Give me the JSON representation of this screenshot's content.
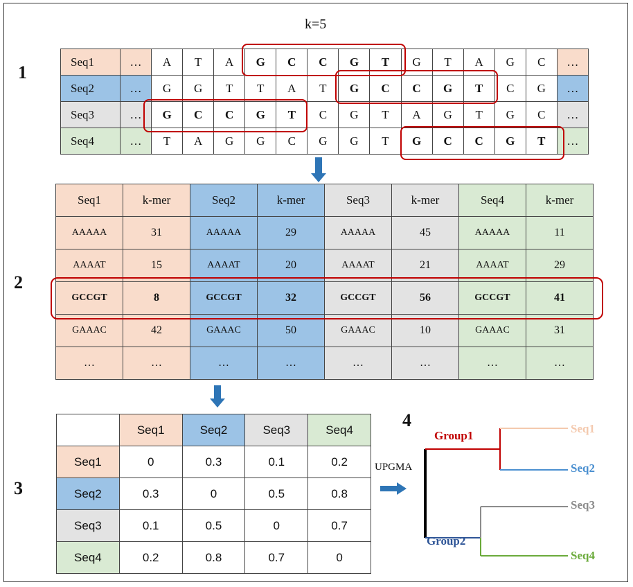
{
  "k_label": "k=5",
  "steps": [
    "1",
    "2",
    "3",
    "4"
  ],
  "alignment": [
    {
      "name": "Seq1",
      "cells": [
        "…",
        "A",
        "T",
        "A",
        "G",
        "C",
        "C",
        "G",
        "T",
        "G",
        "T",
        "A",
        "G",
        "C",
        "…"
      ],
      "bold": [
        4,
        5,
        6,
        7,
        8
      ],
      "color": "#f9dccb"
    },
    {
      "name": "Seq2",
      "cells": [
        "…",
        "G",
        "G",
        "T",
        "T",
        "A",
        "T",
        "G",
        "C",
        "C",
        "G",
        "T",
        "C",
        "G",
        "…"
      ],
      "bold": [
        7,
        8,
        9,
        10,
        11
      ],
      "color": "#9cc3e6"
    },
    {
      "name": "Seq3",
      "cells": [
        "…",
        "G",
        "C",
        "C",
        "G",
        "T",
        "C",
        "G",
        "T",
        "A",
        "G",
        "T",
        "G",
        "C",
        "…"
      ],
      "bold": [
        1,
        2,
        3,
        4,
        5
      ],
      "color": "#e3e3e3"
    },
    {
      "name": "Seq4",
      "cells": [
        "…",
        "T",
        "A",
        "G",
        "G",
        "C",
        "G",
        "G",
        "T",
        "G",
        "C",
        "C",
        "G",
        "T",
        "…"
      ],
      "bold": [
        9,
        10,
        11,
        12,
        13
      ],
      "color": "#d9ead3"
    }
  ],
  "kmer_table": {
    "header": [
      "Seq1",
      "k-mer",
      "Seq2",
      "k-mer",
      "Seq3",
      "k-mer",
      "Seq4",
      "k-mer"
    ],
    "rows": [
      [
        "AAAAA",
        "31",
        "AAAAA",
        "29",
        "AAAAA",
        "45",
        "AAAAA",
        "11"
      ],
      [
        "AAAAT",
        "15",
        "AAAAT",
        "20",
        "AAAAT",
        "21",
        "AAAAT",
        "29"
      ],
      [
        "GCCGT",
        "8",
        "GCCGT",
        "32",
        "GCCGT",
        "56",
        "GCCGT",
        "41"
      ],
      [
        "GAAAC",
        "42",
        "GAAAC",
        "50",
        "GAAAC",
        "10",
        "GAAAC",
        "31"
      ],
      [
        "…",
        "…",
        "…",
        "…",
        "…",
        "…",
        "…",
        "…"
      ]
    ],
    "highlight_row": 2
  },
  "distance_matrix": {
    "labels": [
      "Seq1",
      "Seq2",
      "Seq3",
      "Seq4"
    ],
    "rows": [
      [
        "0",
        "0.3",
        "0.1",
        "0.2"
      ],
      [
        "0.3",
        "0",
        "0.5",
        "0.8"
      ],
      [
        "0.1",
        "0.5",
        "0",
        "0.7"
      ],
      [
        "0.2",
        "0.8",
        "0.7",
        "0"
      ]
    ]
  },
  "method_label": "UPGMA",
  "tree": {
    "groups": [
      {
        "name": "Group1",
        "color": "#c00000"
      },
      {
        "name": "Group2",
        "color": "#2e5597"
      }
    ],
    "leaves": [
      {
        "name": "Seq1",
        "color": "#f4c9ae"
      },
      {
        "name": "Seq2",
        "color": "#4a8fd0"
      },
      {
        "name": "Seq3",
        "color": "#8c8c8c"
      },
      {
        "name": "Seq4",
        "color": "#6aaa3a"
      }
    ]
  },
  "colors": {
    "seq1": "#f9dccb",
    "seq2": "#9cc3e6",
    "seq3": "#e3e3e3",
    "seq4": "#d9ead3",
    "highlight": "#c00000",
    "arrow": "#2e75b6"
  }
}
